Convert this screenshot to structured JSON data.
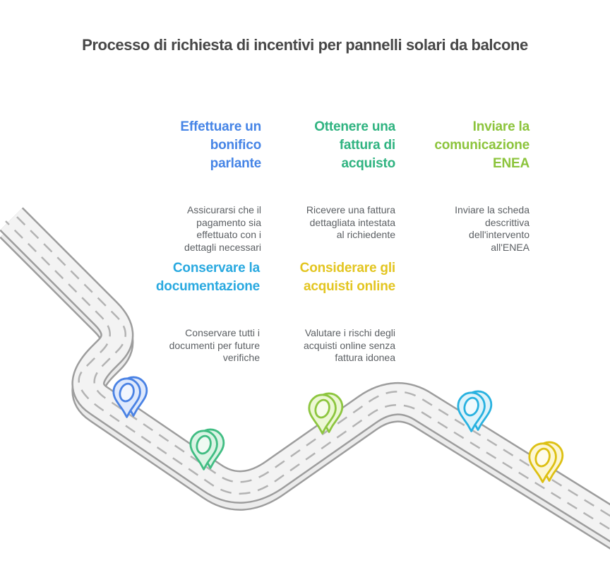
{
  "title": "Processo di richiesta di incentivi per pannelli solari da balcone",
  "steps": [
    {
      "heading": "Effettuare un\nbonifico\nparlante",
      "description": "Assicurarsi che il\npagamento sia\neffettuato con i\ndettagli necessari",
      "accent_color": "#4584e6"
    },
    {
      "heading": "Ottenere una\nfattura di\nacquisto",
      "description": "Ricevere una fattura\ndettagliata intestata\nal richiedente",
      "accent_color": "#2fb380"
    },
    {
      "heading": "Inviare la\ncomunicazione\nENEA",
      "description": "Inviare la scheda\ndescrittiva\ndell'intervento\nall'ENEA",
      "accent_color": "#8cc43c"
    },
    {
      "heading": "Conservare la\ndocumentazione",
      "description": "Conservare tutti i\ndocumenti per future\nverifiche",
      "accent_color": "#29a9e0"
    },
    {
      "heading": "Considerare gli\nacquisti online",
      "description": "Valutare i rischi degli\nacquisti online senza\nfattura idonea",
      "accent_color": "#e3c520"
    }
  ],
  "pins": [
    {
      "name": "blue-map-pin",
      "stroke": "#4a82e4",
      "fill": "#dfe9fc"
    },
    {
      "name": "green-map-pin",
      "stroke": "#41bd83",
      "fill": "#dbf4e5"
    },
    {
      "name": "lime-map-pin",
      "stroke": "#8dc63f",
      "fill": "#ecf7d4"
    },
    {
      "name": "cyan-map-pin",
      "stroke": "#29b2e0",
      "fill": "#dff3fa"
    },
    {
      "name": "yellow-map-pin",
      "stroke": "#ddc013",
      "fill": "#fcf6d3"
    }
  ],
  "road": {
    "surface_color": "#f3f3f3",
    "edge_color": "#9d9d9d",
    "dash_color": "#b3b3b3"
  }
}
